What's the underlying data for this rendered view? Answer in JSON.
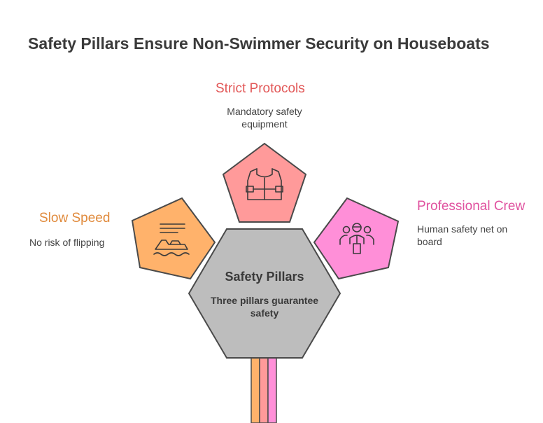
{
  "title": "Safety Pillars Ensure Non-Swimmer Security on Houseboats",
  "center": {
    "title": "Safety Pillars",
    "description": "Three pillars guarantee safety"
  },
  "pillars": [
    {
      "title": "Slow Speed",
      "description": "No risk of flipping",
      "icon": "speedboat-icon",
      "fill": "#ffb26b",
      "title_color": "#e08a3c"
    },
    {
      "title": "Strict Protocols",
      "description": "Mandatory safety equipment",
      "icon": "life-vest-icon",
      "fill": "#ff9a9a",
      "title_color": "#e25757"
    },
    {
      "title": "Professional Crew",
      "description": "Human safety net on board",
      "icon": "crew-icon",
      "fill": "#ff8fd8",
      "title_color": "#e0529f"
    }
  ],
  "colors": {
    "center_fill": "#bdbdbd",
    "outline": "#4a4a4a"
  }
}
